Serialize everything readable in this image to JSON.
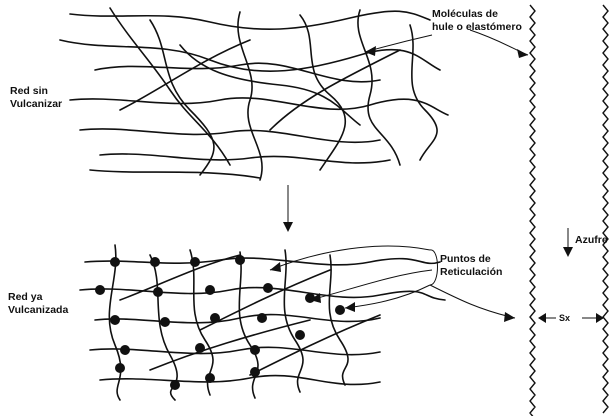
{
  "labels": {
    "unvulcanized_line1": "Red sin",
    "unvulcanized_line2": "Vulcanizar",
    "molecules_line1": "Moléculas de",
    "molecules_line2": "hule o elastómero",
    "crosslink_line1": "Puntos de",
    "crosslink_line2": "Reticulación",
    "vulcanized_line1": "Red ya",
    "vulcanized_line2": "Vulcanizada",
    "sulfur": "Azufre",
    "sulfur_bridge": "Sx"
  }
}
